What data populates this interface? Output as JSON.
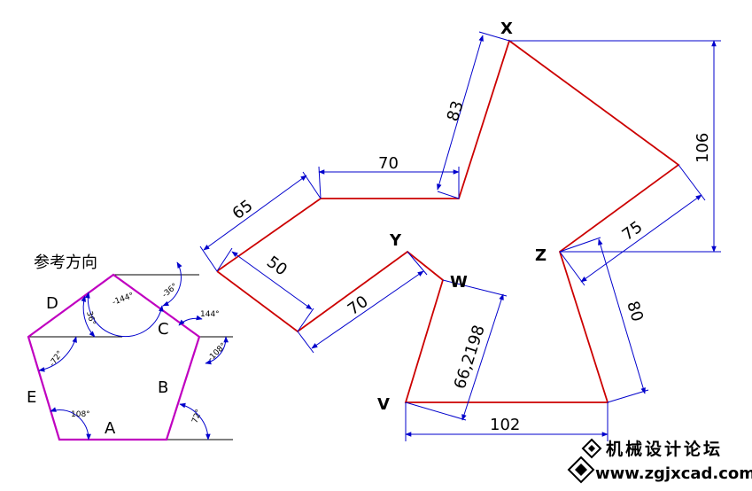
{
  "reference": {
    "title": "参考方向",
    "vertex_labels": [
      "A",
      "B",
      "C",
      "D",
      "E"
    ],
    "angles": [
      "108°",
      "72°",
      "-108°",
      "144°",
      "-36°",
      "-144°",
      "36°",
      "-72°"
    ]
  },
  "main_figure": {
    "point_labels": [
      "X",
      "Y",
      "Z",
      "W",
      "V"
    ],
    "dimensions": [
      "83",
      "70",
      "65",
      "50",
      "70",
      "106",
      "75",
      "80",
      "66,2198",
      "102"
    ]
  },
  "watermark": {
    "title": "机械设计论坛",
    "url": "www.zgjxcad.com"
  },
  "colors": {
    "pentagon": "#c000c0",
    "outline": "#cc0000",
    "dimension": "#0000cc"
  }
}
